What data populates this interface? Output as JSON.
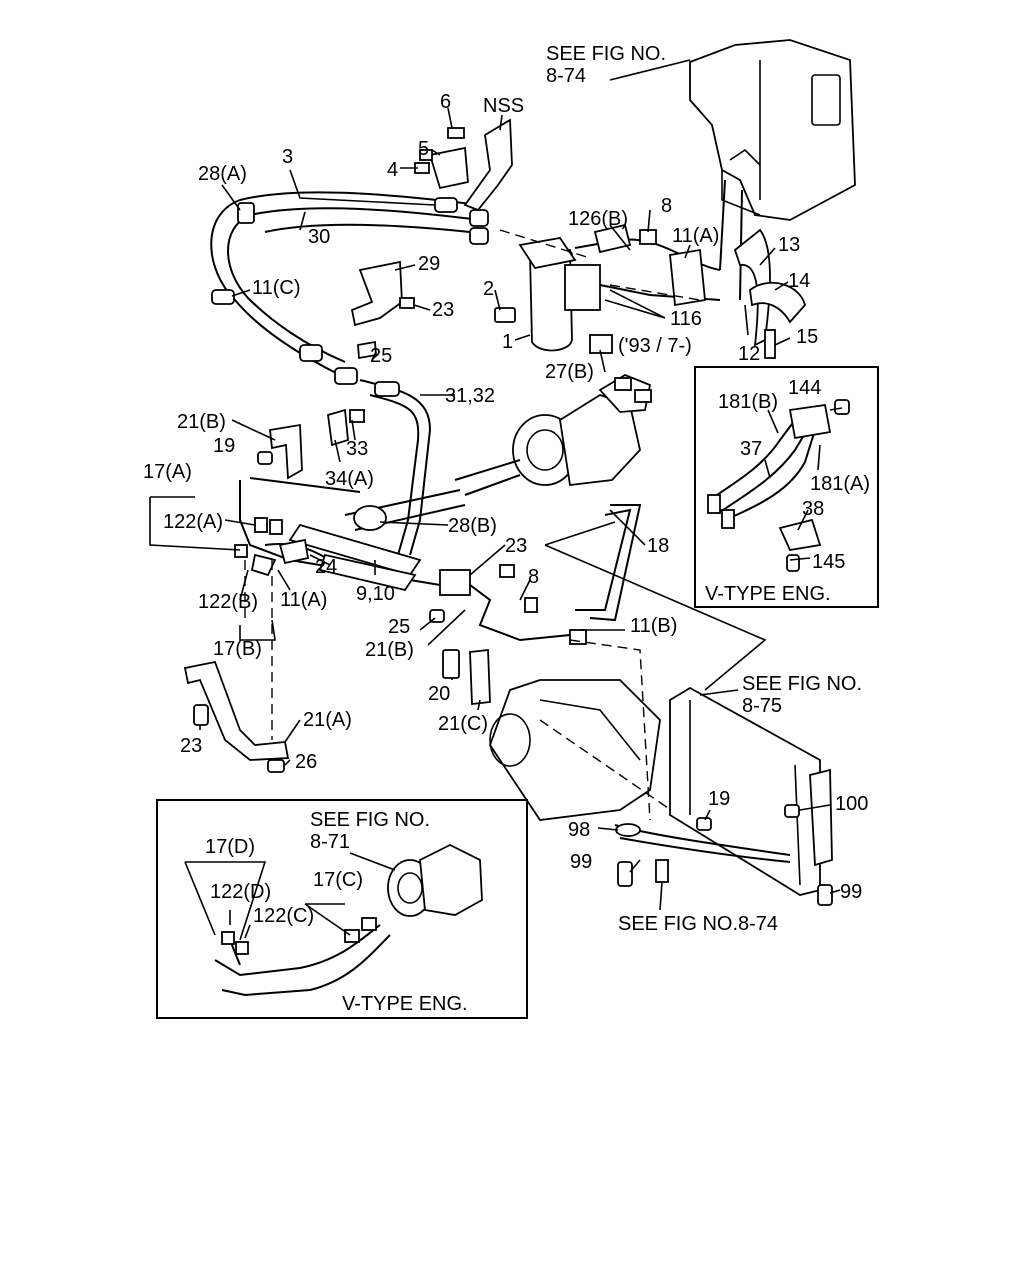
{
  "labels": {
    "see_fig_874_a": "SEE FIG NO.",
    "see_fig_874_b": "8-74",
    "nss": "NSS",
    "l6": "6",
    "l5": "5",
    "l4": "4",
    "l3": "3",
    "l28a": "28(A)",
    "l30": "30",
    "l126b": "126(B)",
    "l8a": "8",
    "l11a_top": "11(A)",
    "l13": "13",
    "l14": "14",
    "l15": "15",
    "l29": "29",
    "l11c": "11(C)",
    "l23a": "23",
    "l2": "2",
    "l116": "116",
    "l12": "12",
    "l1": "1",
    "l25a": "25",
    "l93": "('93 / 7-)",
    "l27b": "27(B)",
    "l31_32": "31,32",
    "l21b_a": "21(B)",
    "l19a": "19",
    "l33": "33",
    "l34a": "34(A)",
    "l17a": "17(A)",
    "l122a": "122(A)",
    "l28b": "28(B)",
    "l23b": "23",
    "l24": "24",
    "l18": "18",
    "l8b": "8",
    "l122b": "122(B)",
    "l11a_mid": "11(A)",
    "l9_10": "9,10",
    "l25b": "25",
    "l11b": "11(B)",
    "l21b_b": "21(B)",
    "l17b": "17(B)",
    "l20": "20",
    "l21c": "21(C)",
    "l23c": "23",
    "l21a": "21(A)",
    "l26": "26",
    "see_fig_875_a": "SEE FIG NO.",
    "see_fig_875_b": "8-75",
    "l19b": "19",
    "l100": "100",
    "l98": "98",
    "l99a": "99",
    "l99b": "99",
    "see_fig_874_bottom": "SEE FIG NO.8-74",
    "l144": "144",
    "l181b": "181(B)",
    "l37": "37",
    "l181a": "181(A)",
    "l38": "38",
    "l145": "145",
    "vtype_right": "V-TYPE ENG.",
    "see_fig_871_a": "SEE FIG NO.",
    "see_fig_871_b": "8-71",
    "l17d": "17(D)",
    "l17c": "17(C)",
    "l122d": "122(D)",
    "l122c": "122(C)",
    "vtype_bottom": "V-TYPE ENG."
  }
}
